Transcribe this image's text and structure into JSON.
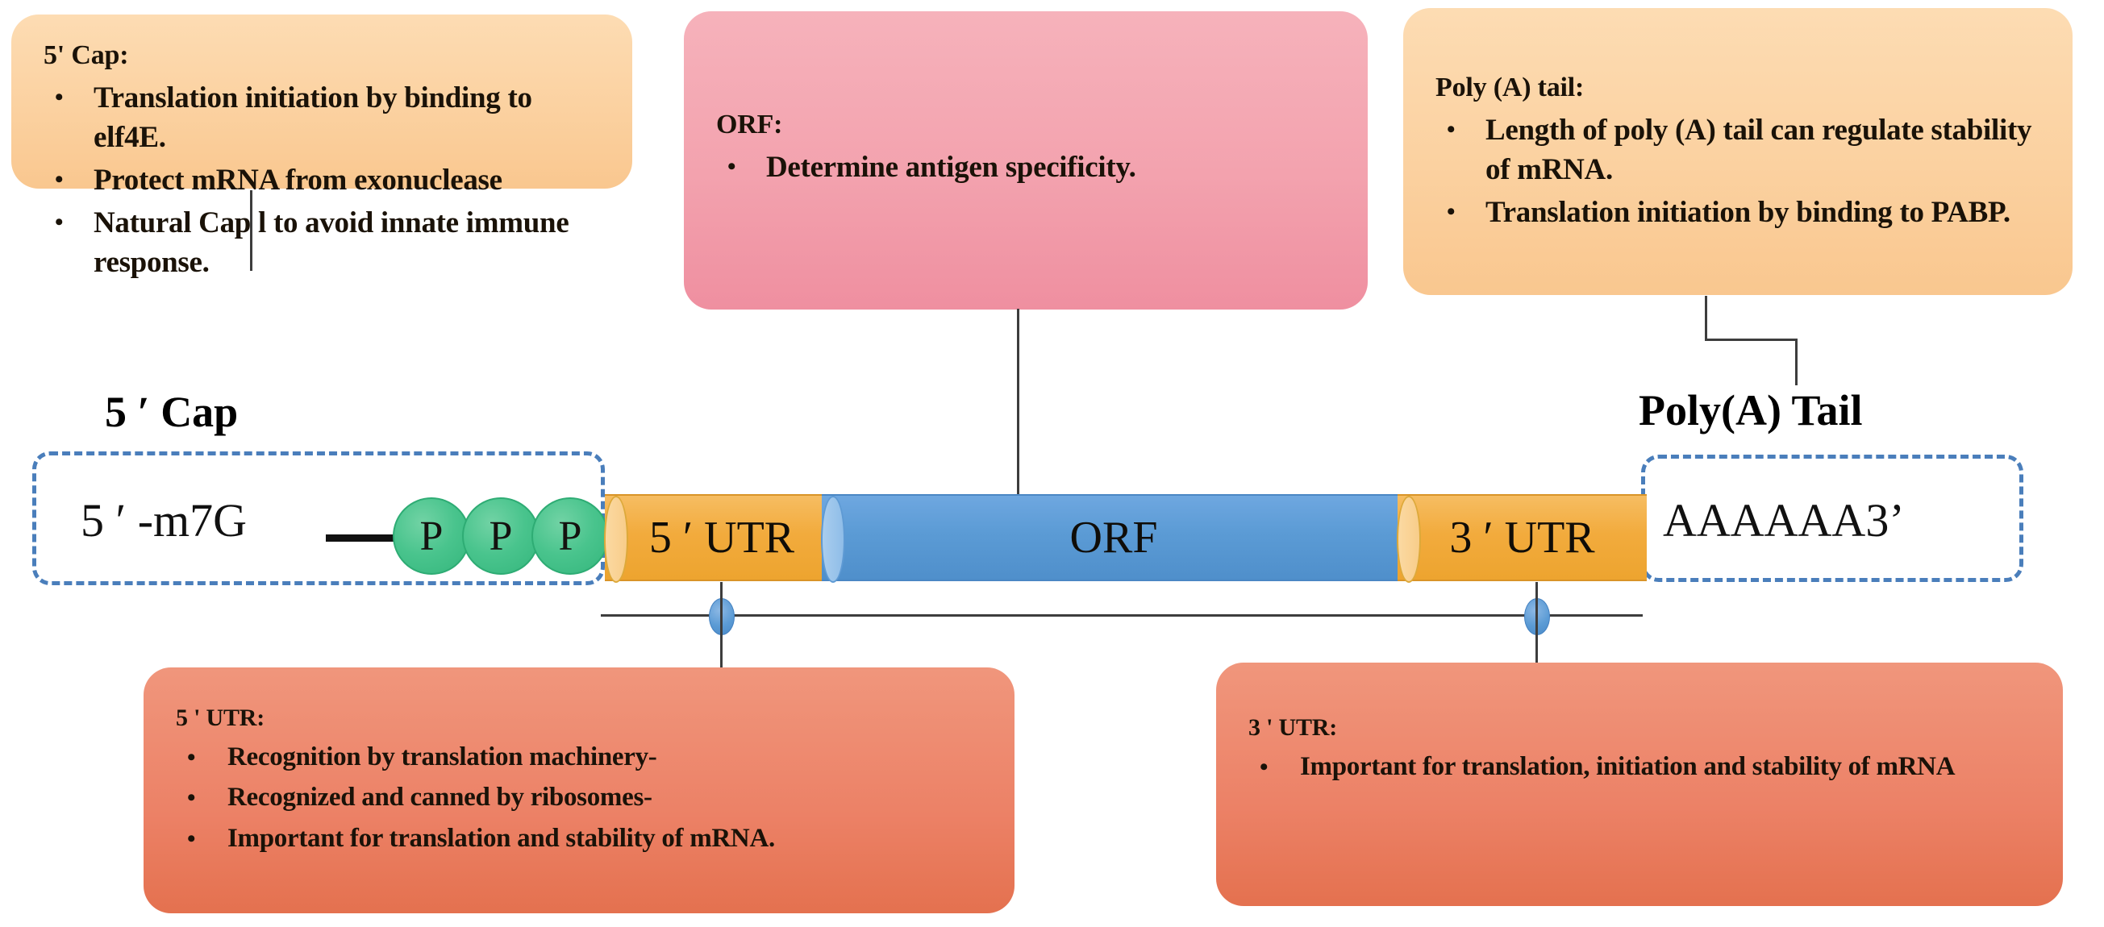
{
  "diagram": {
    "title": "mRNA structural elements and their functions",
    "colors": {
      "utr_cylinder": "#F2AB3D",
      "orf_cylinder": "#5B9BD5",
      "phosphate_circle": "#49C48D",
      "dashed_highlight": "#4A7EBB",
      "callout_tan": "#FBD1A0",
      "callout_pink": "#F3A2AE",
      "callout_salmon": "#EC8166",
      "connector_line": "#3D3D3D"
    }
  },
  "callouts": {
    "cap": {
      "title": "5' Cap:",
      "bullets": [
        "Translation initiation by binding to elf4E.",
        "Protect mRNA from exonuclease",
        "Natural Cap l to avoid innate immune response."
      ]
    },
    "orf": {
      "title": "ORF:",
      "bullets": [
        "Determine antigen specificity."
      ]
    },
    "poly_a": {
      "title": "Poly (A) tail:",
      "bullets": [
        "Length of poly (A) tail can regulate stability of mRNA.",
        "Translation initiation by binding to PABP."
      ]
    },
    "utr5": {
      "title": "5 ' UTR:",
      "bullets": [
        "Recognition by translation machinery-",
        "Recognized and canned by ribosomes-",
        "Important for translation and stability of mRNA."
      ]
    },
    "utr3": {
      "title": "3 ' UTR:",
      "bullets": [
        "Important for translation, initiation and stability of mRNA"
      ]
    }
  },
  "strand": {
    "cap_heading": "5 ′ Cap",
    "poly_heading": "Poly(A) Tail",
    "cap_sequence_label": "5 ′ -m7G",
    "phosphate_label_1": "P",
    "phosphate_label_2": "P",
    "phosphate_label_3": "P",
    "utr5_label": "5 ′ UTR",
    "orf_label": "ORF",
    "utr3_label": "3 ′ UTR",
    "poly_a_sequence": "AAAAAA3’"
  },
  "bullet_glyph": "•"
}
